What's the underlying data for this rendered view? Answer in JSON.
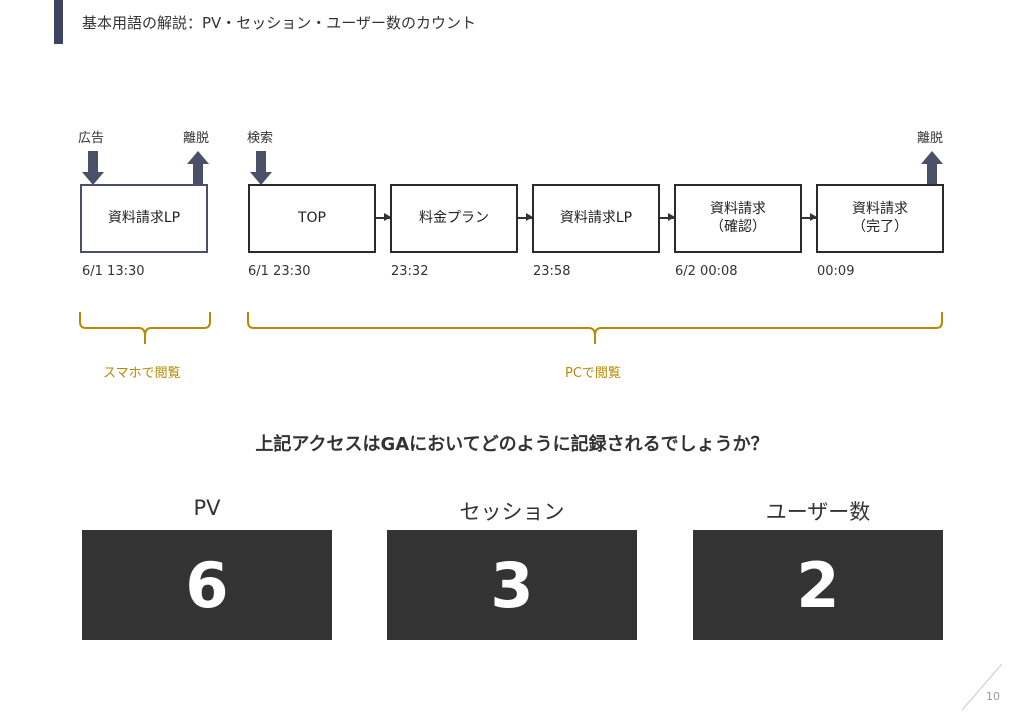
{
  "header": {
    "title": "基本用語の解説：PV・セッション・ユーザー数のカウント"
  },
  "flow": {
    "labels": {
      "ad": "広告",
      "exit_sp": "離脱",
      "search": "検索",
      "exit_pc": "離脱"
    },
    "sp_box": "資料請求LP",
    "pc_boxes": [
      {
        "line1": "TOP",
        "line2": ""
      },
      {
        "line1": "料金プラン",
        "line2": ""
      },
      {
        "line1": "資料請求LP",
        "line2": ""
      },
      {
        "line1": "資料請求",
        "line2": "（確認）"
      },
      {
        "line1": "資料請求",
        "line2": "（完了）"
      }
    ],
    "times": [
      "6/1 13:30",
      "6/1 23:30",
      "23:32",
      "23:58",
      "6/2 00:08",
      "00:09"
    ],
    "brace_labels": {
      "sp": "スマホで閲覧",
      "pc": "PCで閲覧"
    }
  },
  "question": "上記アクセスはGAにおいてどのように記録されるでしょうか？",
  "metrics": [
    {
      "label": "PV",
      "value": "6"
    },
    {
      "label": "セッション",
      "value": "3"
    },
    {
      "label": "ユーザー数",
      "value": "2"
    }
  ],
  "page_number": "10",
  "colors": {
    "accent": "#3d4461",
    "arrow": "#4a5068",
    "brace": "#b88a00",
    "metric_bg": "#333333"
  }
}
